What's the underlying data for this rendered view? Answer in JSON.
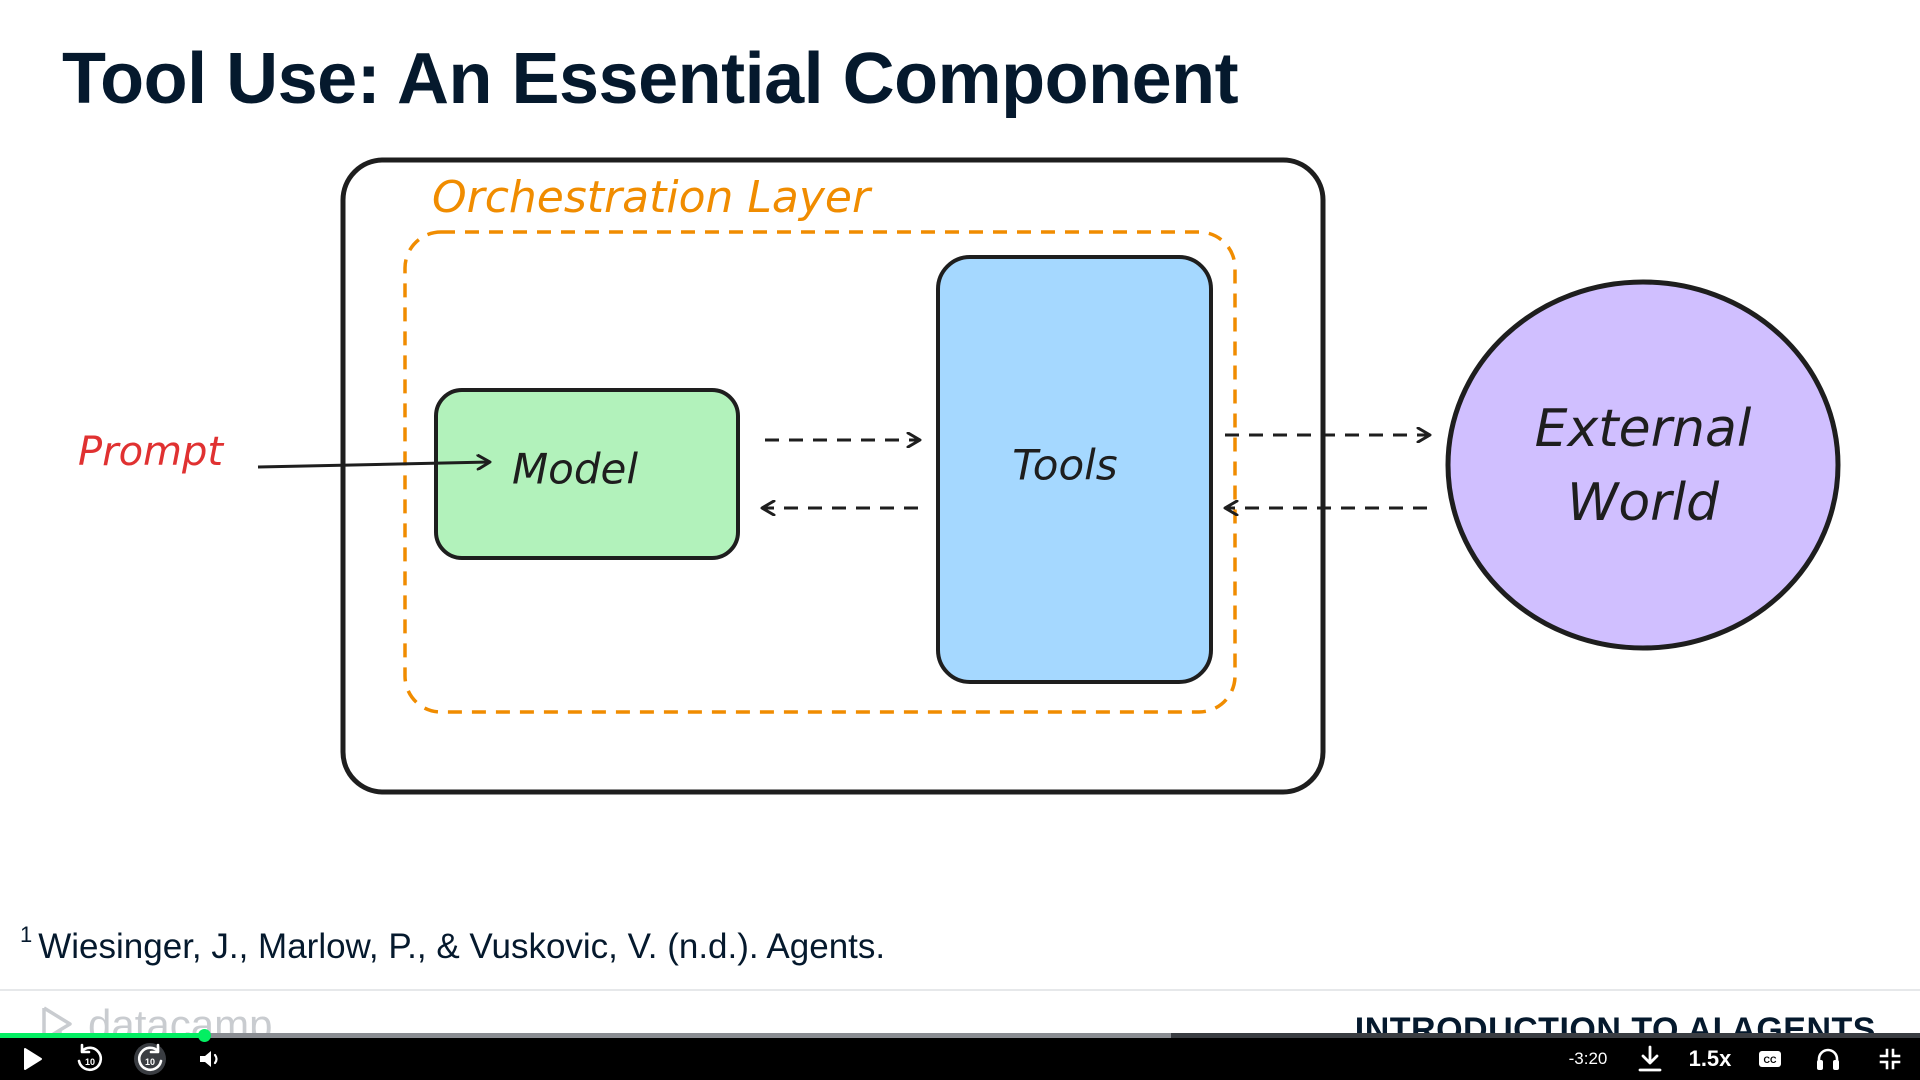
{
  "slide": {
    "title": "Tool Use: An Essential Component",
    "diagram": {
      "orchestration_label": "Orchestration Layer",
      "prompt_label": "Prompt",
      "model_label": "Model",
      "tools_label": "Tools",
      "external_label_line1": "External",
      "external_label_line2": "World"
    },
    "citation_marker": "1",
    "citation": "Wiesinger, J., Marlow, P., & Vuskovic, V. (n.d.). Agents.",
    "footer_logo": "datacamp",
    "footer_course": "INTRODUCTION TO AI AGENTS"
  },
  "colors": {
    "title": "#05192d",
    "orchestration": "#f08c00",
    "prompt": "#e03131",
    "model_fill": "#b2f2bb",
    "tools_fill": "#a5d8ff",
    "external_fill": "#d0bfff",
    "progress": "#03ef62"
  },
  "player": {
    "progress_played": 0.106,
    "progress_buffered": 0.61,
    "time_remaining": "-3:20",
    "speed": "1.5x",
    "skip_back_seconds": "10",
    "skip_forward_seconds": "10",
    "icons": {
      "play": "play-icon",
      "rewind": "rewind-10-icon",
      "forward": "forward-10-icon",
      "volume": "volume-icon",
      "download": "download-icon",
      "captions": "captions-icon",
      "audio": "headphones-icon",
      "exit_fullscreen": "exit-fullscreen-icon"
    }
  }
}
